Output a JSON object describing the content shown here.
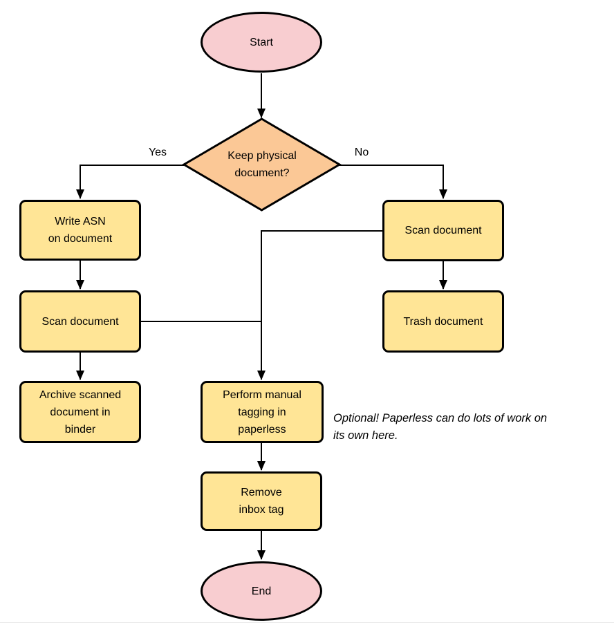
{
  "flowchart": {
    "nodes": {
      "start": "Start",
      "decision": "Keep physical\ndocument?",
      "write_asn": "Write ASN\non document",
      "scan_document_left": "Scan document",
      "archive": "Archive scanned\ndocument in\nbinder",
      "scan_document_right": "Scan document",
      "trash": "Trash document",
      "perform_tagging": "Perform manual\ntagging in\npaperless",
      "remove_inbox_tag": "Remove\ninbox tag",
      "end": "End"
    },
    "edge_labels": {
      "yes": "Yes",
      "no": "No"
    },
    "note": "Optional! Paperless can do lots of work on\nits own here.",
    "colors": {
      "terminator_fill": "#f8cdd0",
      "decision_fill": "#fbc896",
      "process_fill": "#ffe596",
      "stroke": "#000000"
    }
  }
}
